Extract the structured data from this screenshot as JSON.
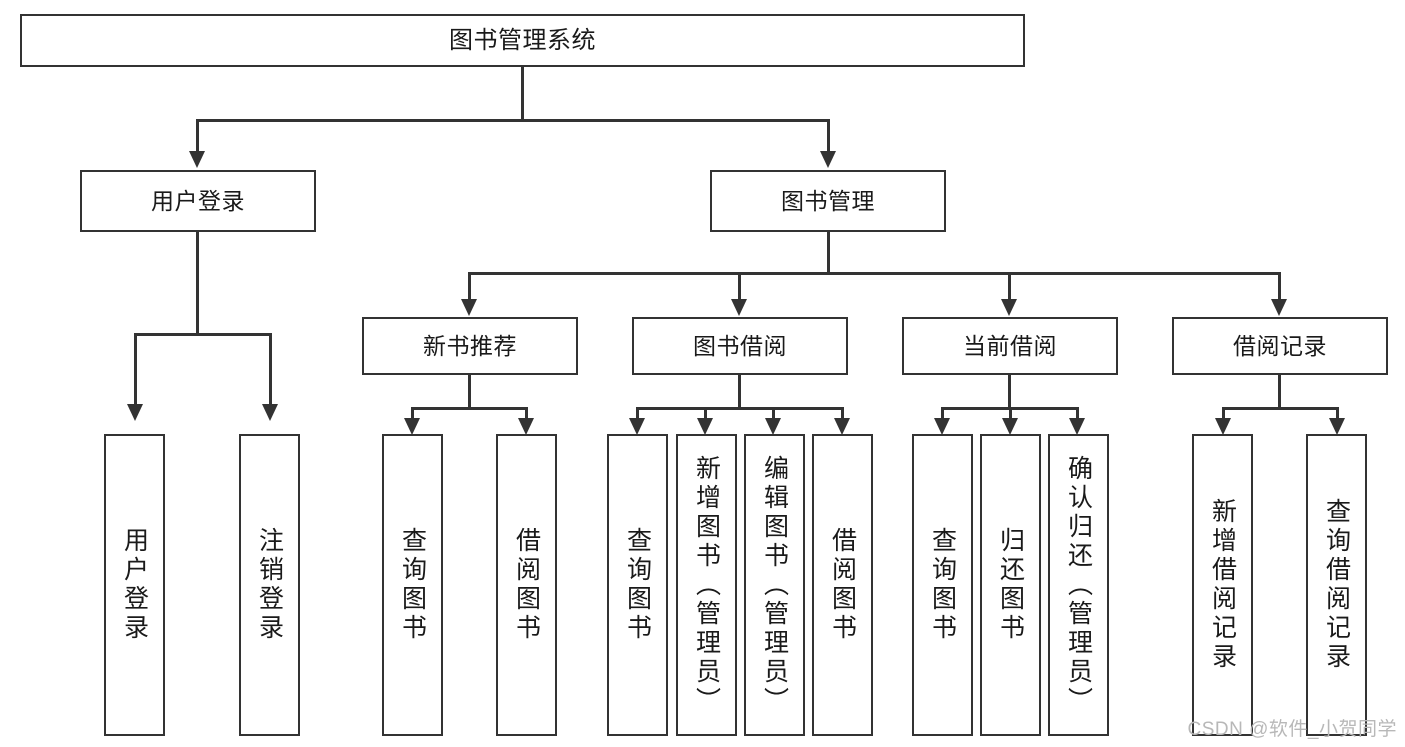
{
  "diagram": {
    "title": "图书管理系统",
    "type": "tree-hierarchy",
    "watermark": "CSDN @软件_小贺同学",
    "colors": {
      "stroke": "#333333",
      "background": "#ffffff",
      "text": "#1a1a1a",
      "watermark": "#b8b8b8"
    },
    "levels": {
      "root": {
        "label": "图书管理系统"
      },
      "level2": [
        {
          "label": "用户登录"
        },
        {
          "label": "图书管理"
        }
      ],
      "level3": [
        {
          "label": "新书推荐"
        },
        {
          "label": "图书借阅"
        },
        {
          "label": "当前借阅"
        },
        {
          "label": "借阅记录"
        }
      ],
      "leaves": {
        "user_login": [
          {
            "label": "用户登录"
          },
          {
            "label": "注销登录"
          }
        ],
        "new_book_recommend": [
          {
            "label": "查询图书"
          },
          {
            "label": "借阅图书"
          }
        ],
        "book_borrow": [
          {
            "label": "查询图书"
          },
          {
            "label": "新增图书（管理员）"
          },
          {
            "label": "编辑图书（管理员）"
          },
          {
            "label": "借阅图书"
          }
        ],
        "current_borrow": [
          {
            "label": "查询图书"
          },
          {
            "label": "归还图书"
          },
          {
            "label": "确认归还（管理员）"
          }
        ],
        "borrow_record": [
          {
            "label": "新增借阅记录"
          },
          {
            "label": "查询借阅记录"
          }
        ]
      }
    }
  }
}
